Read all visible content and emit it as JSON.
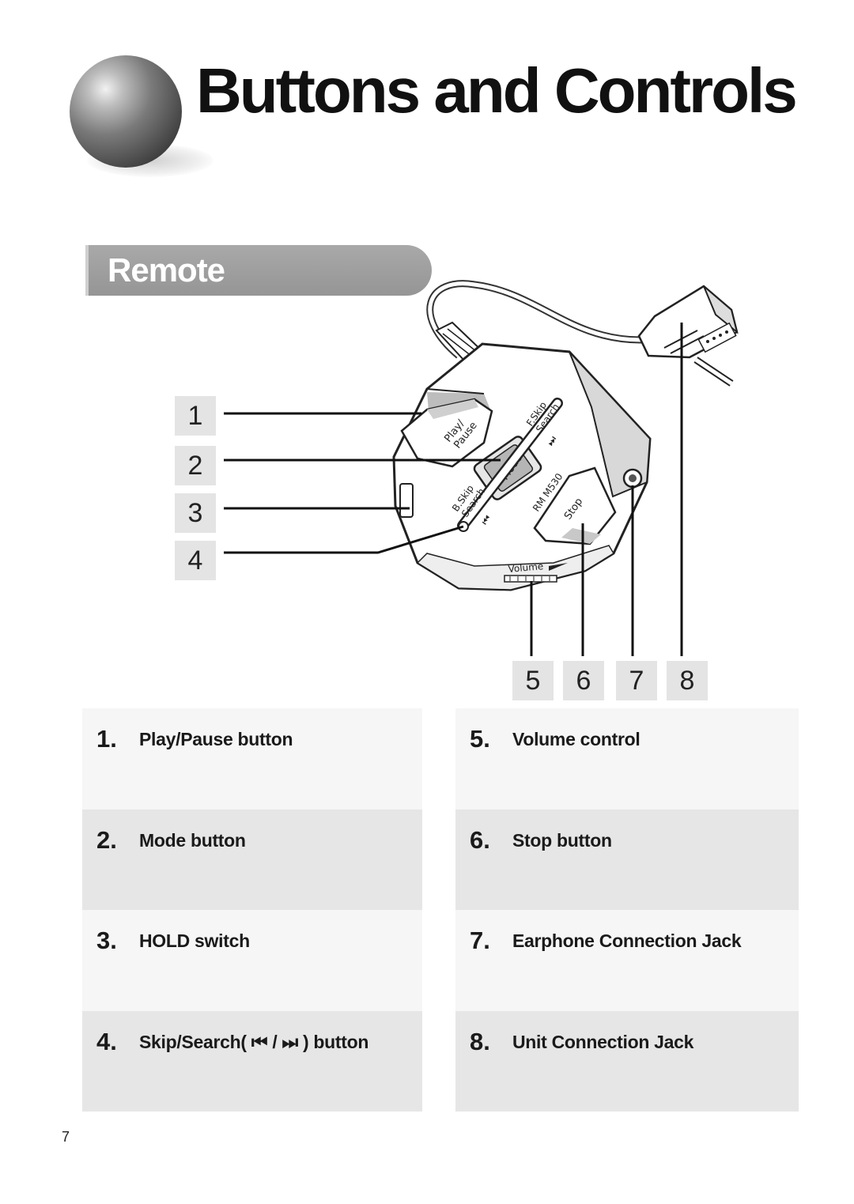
{
  "page": {
    "title": "Buttons and Controls",
    "section": "Remote",
    "page_number": "7"
  },
  "callouts": [
    "1",
    "2",
    "3",
    "4",
    "5",
    "6",
    "7",
    "8"
  ],
  "remote_labels": {
    "play_pause": "Play/ Pause",
    "fskip": "F.Skip Search",
    "bskip": "B.Skip Search",
    "mode": "Mode",
    "model": "RM M530",
    "stop": "Stop",
    "volume": "Volume"
  },
  "legend": [
    {
      "num": "1.",
      "label": "Play/Pause button"
    },
    {
      "num": "2.",
      "label": "Mode button"
    },
    {
      "num": "3.",
      "label": "HOLD switch"
    },
    {
      "num": "4.",
      "label": "Skip/Search( ⏮ / ⏭ ) button"
    },
    {
      "num": "5.",
      "label": "Volume control"
    },
    {
      "num": "6.",
      "label": "Stop button"
    },
    {
      "num": "7.",
      "label": "Earphone Connection Jack"
    },
    {
      "num": "8.",
      "label": "Unit Connection Jack"
    }
  ]
}
